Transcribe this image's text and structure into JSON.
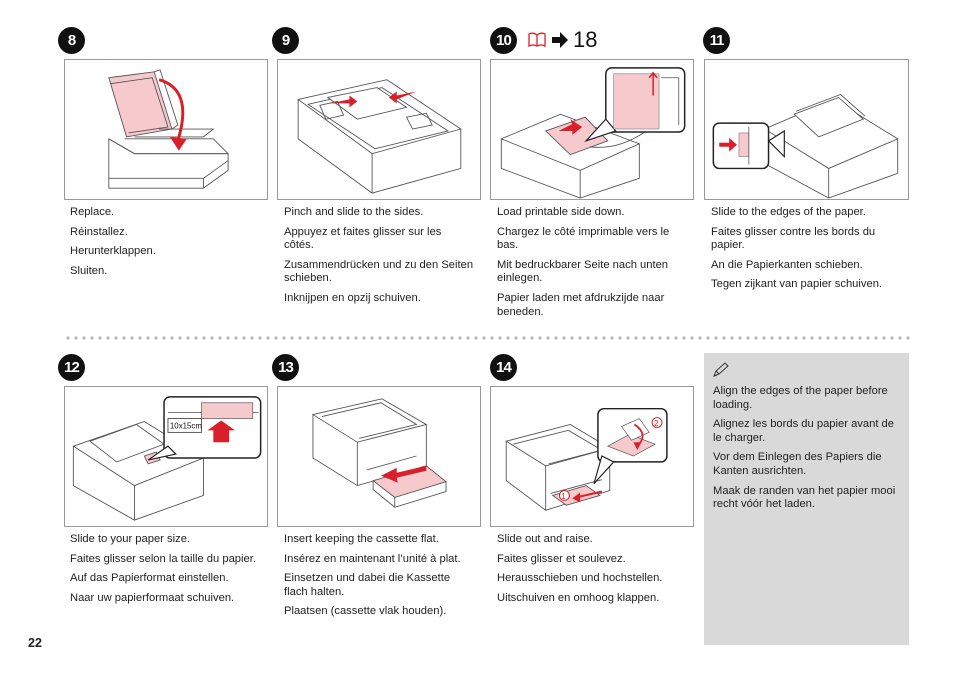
{
  "page_number": "22",
  "steps": [
    {
      "num": "8",
      "lines": [
        "Replace.",
        "Réinstallez.",
        "Herunterklappen.",
        "Sluiten."
      ]
    },
    {
      "num": "9",
      "lines": [
        "Pinch and slide to the sides.",
        "Appuyez et faites glisser sur les côtés.",
        "Zusammendrücken und zu den Seiten schieben.",
        "Inknijpen en opzij schuiven."
      ]
    },
    {
      "num": "10",
      "ref_page": "18",
      "lines": [
        "Load printable side down.",
        "Chargez le côté imprimable vers le bas.",
        "Mit bedruckbarer Seite nach unten einlegen.",
        "Papier laden met afdrukzijde naar beneden."
      ]
    },
    {
      "num": "11",
      "lines": [
        "Slide to the edges of the paper.",
        "Faites glisser contre les bords du papier.",
        "An die Papierkanten schieben.",
        "Tegen zijkant van papier schuiven."
      ]
    },
    {
      "num": "12",
      "paper_label": "10x15cm",
      "lines": [
        "Slide to your paper size.",
        "Faites glisser selon la taille du papier.",
        "Auf das Papierformat einstellen.",
        "Naar uw papierformaat schuiven."
      ]
    },
    {
      "num": "13",
      "lines": [
        "Insert keeping the cassette flat.",
        "Insérez en maintenant l’unité à plat.",
        "Einsetzen und dabei die Kassette flach halten.",
        "Plaatsen (cassette vlak houden)."
      ]
    },
    {
      "num": "14",
      "callout_1": "1",
      "callout_2": "2",
      "lines": [
        "Slide out and raise.",
        "Faites glisser et soulevez.",
        "Herausschieben und hochstellen.",
        "Uitschuiven en omhoog klappen."
      ]
    }
  ],
  "note": {
    "icon": "pencil-note-icon",
    "lines": [
      "Align the edges of the paper before loading.",
      "Alignez les bords du papier avant de le charger.",
      "Vor dem Einlegen des Papiers die Kanten ausrichten.",
      "Maak de randen van het papier mooi recht vóór het laden."
    ]
  },
  "colors": {
    "accent_red": "#d9202a",
    "paper_pink": "#f6c9cc",
    "note_bg": "#d9d9d9"
  }
}
